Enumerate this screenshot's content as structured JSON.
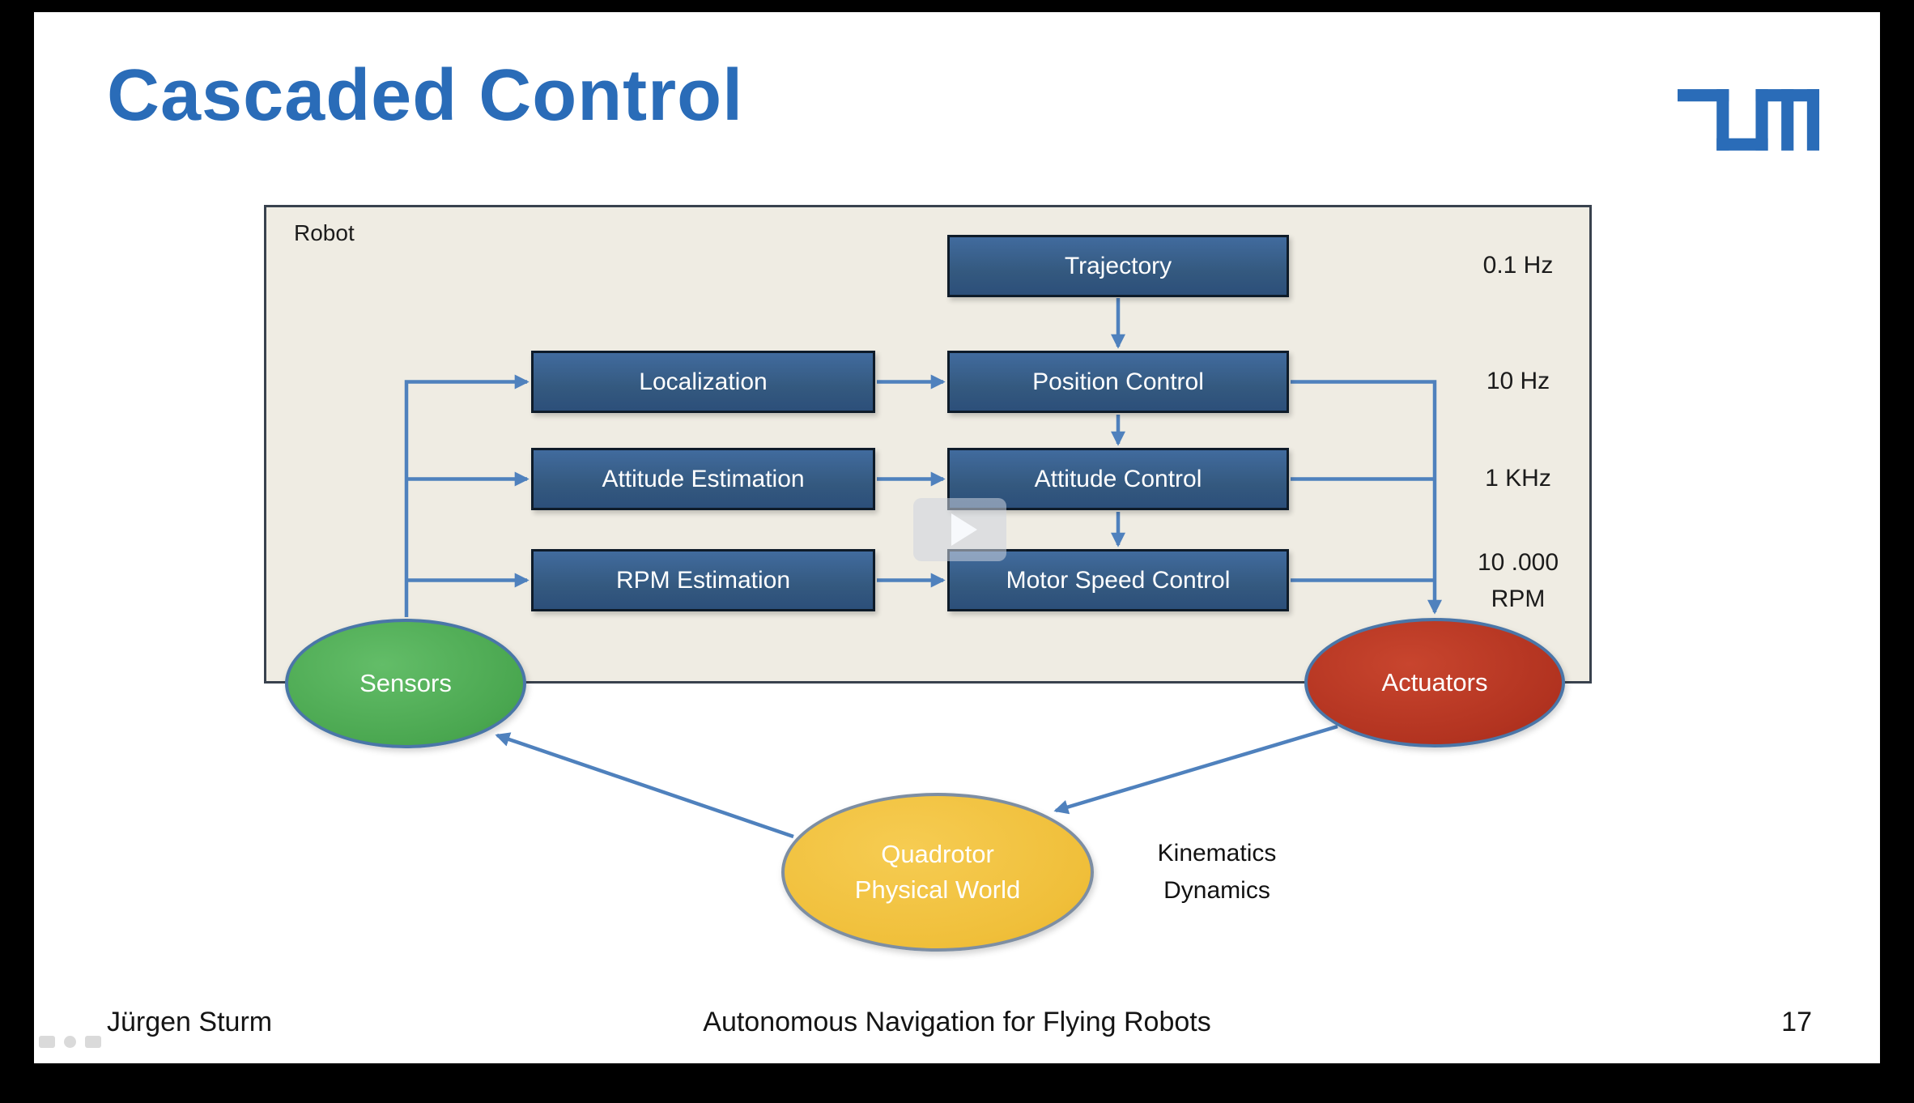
{
  "header": {
    "title": "Cascaded Control",
    "logo": "TUM"
  },
  "diagram": {
    "robot_label": "Robot",
    "boxes": {
      "trajectory": "Trajectory",
      "localization": "Localization",
      "attitude_estimation": "Attitude Estimation",
      "rpm_estimation": "RPM Estimation",
      "position_control": "Position Control",
      "attitude_control": "Attitude Control",
      "motor_speed_control": "Motor Speed Control"
    },
    "rates": {
      "trajectory": "0.1 Hz",
      "position": "10 Hz",
      "attitude": "1 KHz",
      "motor_line1": "10 .000",
      "motor_line2": "RPM"
    },
    "nodes": {
      "sensors": "Sensors",
      "actuators": "Actuators",
      "quadrotor_line1": "Quadrotor",
      "quadrotor_line2": "Physical World"
    },
    "annotation": {
      "line1": "Kinematics",
      "line2": "Dynamics"
    },
    "colors": {
      "title_blue": "#2a6cb8",
      "box_blue": "#34597f",
      "arrow_blue": "#4f81bd",
      "panel_beige": "#efece3",
      "sensors_green": "#4aa750",
      "actuators_red": "#b23320",
      "quadrotor_yellow": "#f0bf3a"
    }
  },
  "footer": {
    "author": "Jürgen Sturm",
    "course": "Autonomous Navigation for Flying Robots",
    "page": "17"
  }
}
